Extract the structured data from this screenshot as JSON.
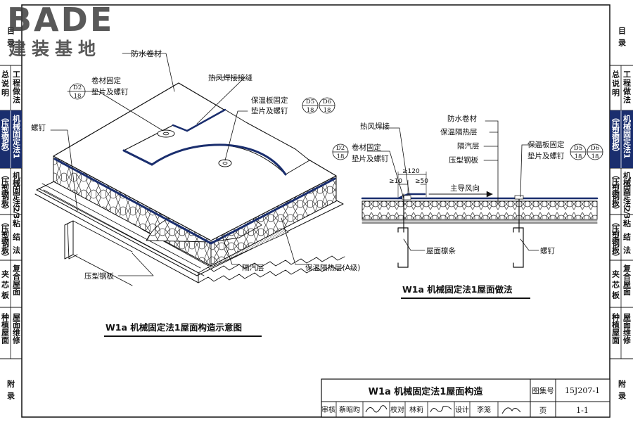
{
  "logo": {
    "top": "BADE",
    "bottom": "建装基地"
  },
  "left_tabs": {
    "mulu": "目录",
    "zongshuoming": "总说明",
    "gongcheng": "工程做法",
    "mf1_a": "机械固定法1",
    "mf1_b": "（压型钢板）",
    "mf23_a": "机械固定法2/3",
    "mf23_b": "（压型钢板）",
    "nianjie_a": "粘结法",
    "nianjie_b": "（压型钢板）",
    "jiaxin": "夹芯板",
    "fuhe": "复合屋面",
    "zhongzhi": "种植屋面",
    "weixiu": "屋面维修",
    "fulu": "附录"
  },
  "right_tabs": {
    "mulu": "目录",
    "zongshuoming": "总说明",
    "gongcheng": "工程做法",
    "mf1_a": "机械固定法1",
    "mf1_b": "（压型钢板）",
    "mf23_a": "机械固定法2/3",
    "mf23_b": "（压型钢板）",
    "nianjie_a": "粘结法",
    "nianjie_b": "（压型钢板）",
    "jiaxin": "夹芯板",
    "fuhe": "复合屋面",
    "zhongzhi": "种植屋面",
    "weixiu": "屋面维修",
    "fulu": "附录"
  },
  "iso": {
    "fangshui": "防水卷材",
    "juancai_a": "卷材固定",
    "juancai_b": "垫片及螺钉",
    "refeng": "热风焊接接缝",
    "baowen_gd_a": "保温板固定",
    "baowen_gd_b": "垫片及螺钉",
    "luoding": "螺钉",
    "yaxing": "压型钢板",
    "gegi": "隔汽层",
    "baowen": "保温隔热层(A级)",
    "ref_d2_top": "D2",
    "ref_d2_bot": "18",
    "ref_d5_top": "D5",
    "ref_d5_bot": "18",
    "ref_d6_top": "D6",
    "ref_d6_bot": "18",
    "caption": "W1a  机械固定法1屋面构造示意图"
  },
  "section": {
    "refeng": "热风焊接",
    "juancai_a": "卷材固定",
    "juancai_b": "垫片及螺钉",
    "fangshui": "防水卷材",
    "baowen": "保温隔热层",
    "gegi": "隔汽层",
    "yaxing": "压型钢板",
    "baowen_gd_a": "保温板固定",
    "baowen_gd_b": "垫片及螺钉",
    "dim_120": "≥120",
    "dim_10": "≥10",
    "dim_50": "≥50",
    "wind": "主导风向",
    "lintiao": "屋面檩条",
    "luoding": "螺钉",
    "ref_d2_top": "D2",
    "ref_d2_bot": "18",
    "ref_d5_top": "D5",
    "ref_d5_bot": "18",
    "ref_d6_top": "D6",
    "ref_d6_bot": "18",
    "caption": "W1a  机械固定法1屋面做法"
  },
  "titleblock": {
    "title": "W1a  机械固定法1屋面构造",
    "atlas_label": "图集号",
    "atlas_no": "15J207-1",
    "shenhe": "审核",
    "shenhe_name": "蔡昭昀",
    "jiaodui": "校对",
    "jiaodui_name": "林莉",
    "sheji": "设计",
    "sheji_name": "李笼",
    "ye": "页",
    "page": "1-1"
  },
  "colors": {
    "accent": "#1a2e6e",
    "line": "#111111"
  }
}
